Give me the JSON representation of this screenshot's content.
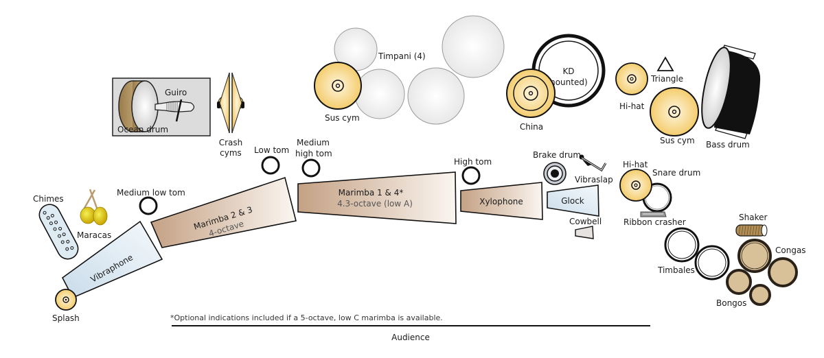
{
  "title": "Percussion stage setup",
  "colors": {
    "cymbal": "#f3cf73",
    "timpani": "#eeeeee",
    "marimba": "#c9a588",
    "vibraphone": "#cfe0ec",
    "hand_drum": "#d8c199",
    "outline": "#111111"
  },
  "labels": {
    "ocean_drum": "Ocean drum",
    "guiro": "Guiro",
    "crash_cyms_line1": "Crash",
    "crash_cyms_line2": "cyms",
    "timpani": "Timpani (4)",
    "sus_cym_left": "Sus cym",
    "kd_line1": "KD",
    "kd_line2": "(mounted)",
    "china": "China",
    "hihat_top": "Hi-hat",
    "triangle": "Triangle",
    "sus_cym_right": "Sus cym",
    "bass_drum": "Bass drum",
    "chimes": "Chimes",
    "maracas": "Maracas",
    "medium_low_tom": "Medium low tom",
    "vibraphone": "Vibraphone",
    "splash": "Splash",
    "marimba_23_name": "Marimba 2 & 3",
    "marimba_23_range": "4-octave",
    "low_tom": "Low tom",
    "medium_high_tom_line1": "Medium",
    "medium_high_tom_line2": "high tom",
    "marimba_14_name": "Marimba 1 & 4*",
    "marimba_14_range": "4.3-octave (low A)",
    "high_tom": "High tom",
    "xylophone": "Xylophone",
    "brake_drum": "Brake drum",
    "vibraslap": "Vibraslap",
    "glock": "Glock",
    "cowbell": "Cowbell",
    "hihat_right": "Hi-hat",
    "snare_drum": "Snare drum",
    "ribbon_crasher": "Ribbon crasher",
    "shaker": "Shaker",
    "timbales": "Timbales",
    "congas": "Congas",
    "bongos": "Bongos"
  },
  "footnote": "*Optional indications included if a 5-octave, low C marimba is available.",
  "audience": "Audience"
}
